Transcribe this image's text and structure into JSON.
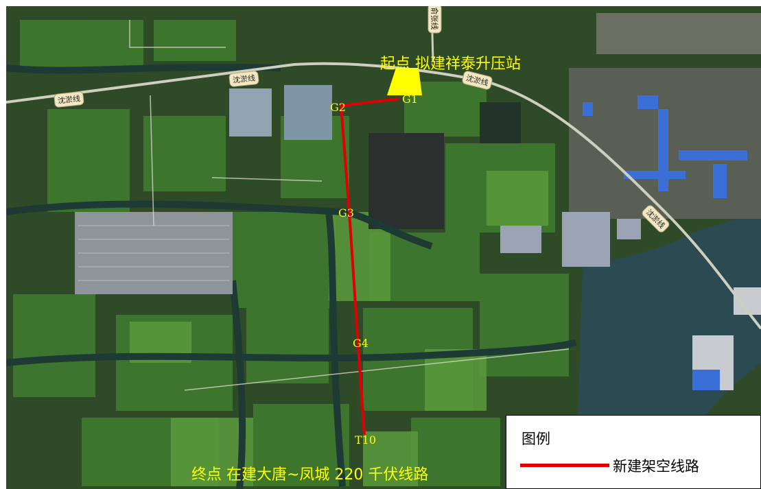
{
  "labels": {
    "start": "起点 拟建祥泰升压站",
    "end": "终点 在建大唐~凤城 220 千伏线路"
  },
  "points": {
    "g1": "G1",
    "g2": "G2",
    "g3": "G3",
    "g4": "G4",
    "t10": "T10"
  },
  "roads": {
    "shenyu_1": "沈淤线",
    "shenyu_2": "沈淤线",
    "shenyu_3": "沈淤线",
    "shenyu_4": "沈淤线",
    "north_road": "俞张线"
  },
  "legend": {
    "title": "图例",
    "line_label": "新建架空线路",
    "line_color": "#e00000"
  },
  "colors": {
    "route": "#e00000",
    "substation": "#ffff00",
    "label": "#ffff00"
  }
}
